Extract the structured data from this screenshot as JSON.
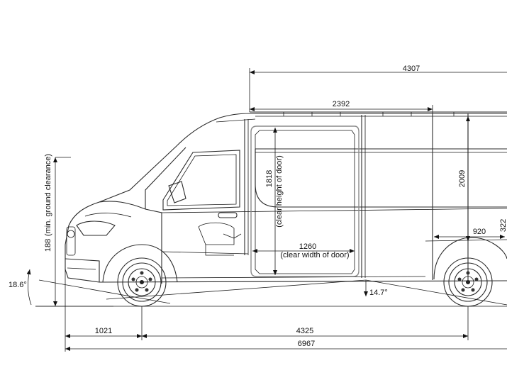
{
  "dimensions": {
    "cargo_length": "4307",
    "roof_section_length": "2392",
    "interior_height": "2009",
    "door_height_value": "1818",
    "door_height_caption": "(clear height of door)",
    "door_width_value": "1260",
    "door_width_caption": "(clear width of door)",
    "wheel_arch_width": "920",
    "wheel_arch_height": "322",
    "ground_clearance": "188",
    "ground_clearance_caption": "(min. ground clearance)",
    "approach_angle": "18.6°",
    "ramp_angle": "14.7°",
    "front_overhang": "1021",
    "wheelbase": "4325",
    "overall_length": "6967"
  }
}
